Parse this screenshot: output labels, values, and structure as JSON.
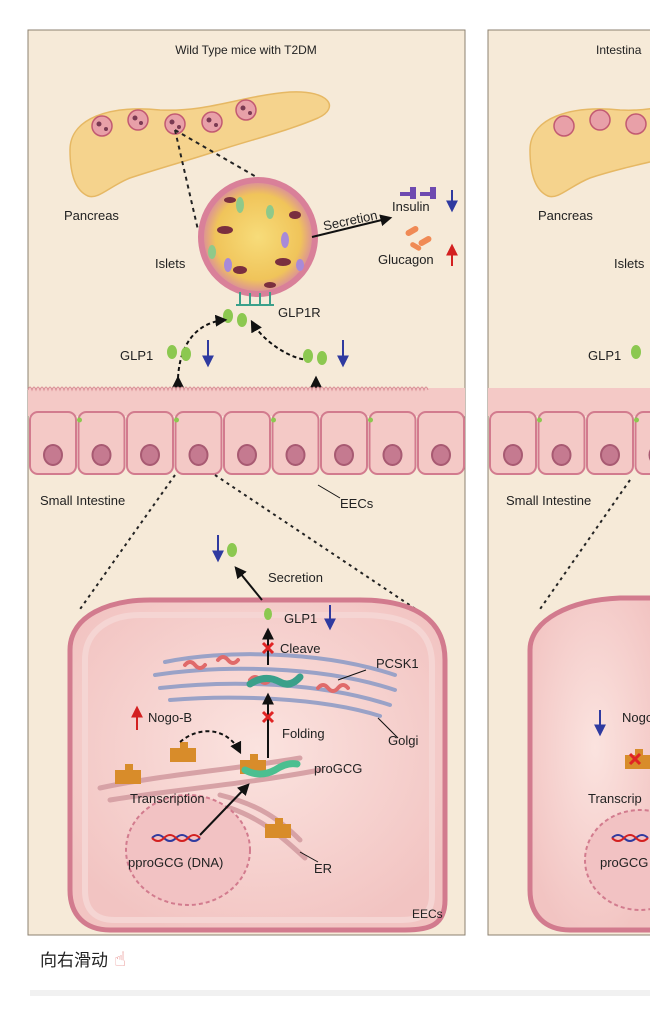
{
  "panel_left": {
    "title": "Wild Type mice with T2DM",
    "pancreas": "Pancreas",
    "islets": "Islets",
    "secretion": "Secretion",
    "insulin": "Insulin",
    "glucagon": "Glucagon",
    "glp1r": "GLP1R",
    "glp1": "GLP1",
    "small_intestine": "Small Intestine",
    "eecs": "EECs",
    "cell_secretion": "Secretion",
    "cell_glp1": "GLP1",
    "cleave": "Cleave",
    "pcsk1": "PCSK1",
    "nogob": "Nogo-B",
    "folding": "Folding",
    "golgi": "Golgi",
    "progcg": "proGCG",
    "transcription": "Transcription",
    "dna": "pproGCG (DNA)",
    "er": "ER",
    "eecs_cell": "EECs"
  },
  "panel_right": {
    "title": "Intestina",
    "pancreas": "Pancreas",
    "islets": "Islets",
    "glp1": "GLP1",
    "small_intestine": "Small Intestine",
    "nogo": "Nogo",
    "transcription": "Transcrip",
    "dna": "proGCG"
  },
  "caption": {
    "text": "向右滑动",
    "icon": "pointing-hand-icon"
  },
  "colors": {
    "panel_bg": "#f6ead8",
    "cell_bg": "#f8d6d2",
    "cell_border": "#d98b95",
    "down_arrow": "#2f3aa0",
    "up_arrow": "#d32020"
  }
}
